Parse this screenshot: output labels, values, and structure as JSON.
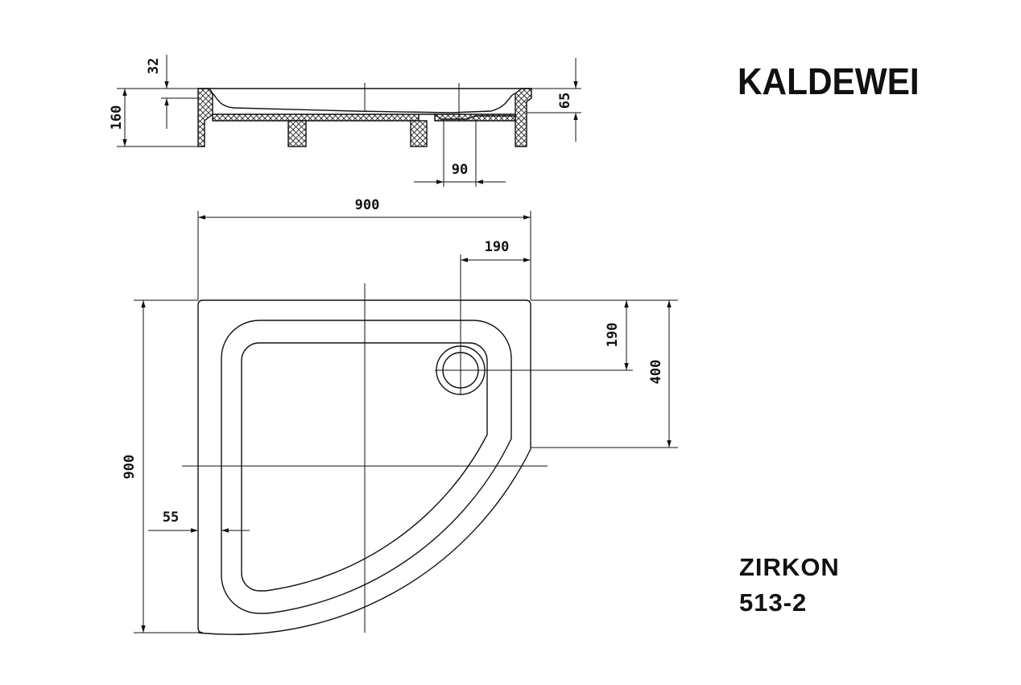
{
  "brand": {
    "name": "KALDEWEI"
  },
  "product": {
    "name": "ZIRKON",
    "code": "513-2"
  },
  "section_view": {
    "dimensions": {
      "rim_height": "32",
      "total_height": "160",
      "side_height": "65",
      "drain_width": "90"
    }
  },
  "plan_view": {
    "dimensions": {
      "width": "900",
      "depth": "900",
      "drain_offset_x": "190",
      "drain_offset_y": "190",
      "straight_side": "400",
      "rim_width": "55"
    }
  }
}
